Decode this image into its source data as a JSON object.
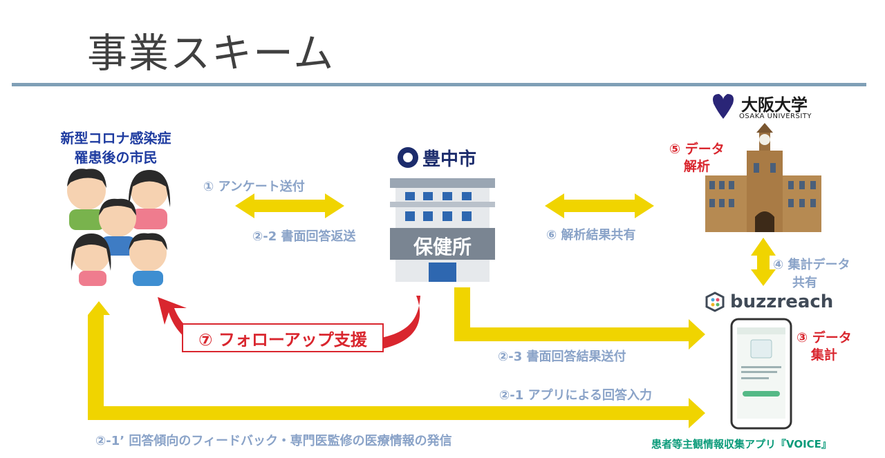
{
  "title": "事業スキーム",
  "citizens": {
    "label_line1": "新型コロナ感染症",
    "label_line2": "罹患後の市民"
  },
  "city": {
    "name": "豊中市",
    "building_label": "保健所"
  },
  "university": {
    "name": "大阪大学",
    "name_en": "OSAKA UNIVERSITY",
    "step_label_line1": "⑤ データ",
    "step_label_line2": "解析"
  },
  "company": {
    "name": "buzzreach"
  },
  "app": {
    "name": "患者等主観情報収集アプリ『VOICE』",
    "step_label_line1": "③ データ",
    "step_label_line2": "集計"
  },
  "flows": {
    "step1": "① アンケート送付",
    "step2_2": "②-2 書面回答返送",
    "step6": "⑥ 解析結果共有",
    "step4_line1": "④ 集計データ",
    "step4_line2": "共有",
    "step2_3": "②-3 書面回答結果送付",
    "step2_1": "②-1 アプリによる回答入力",
    "step2_1b": "②-1’ 回答傾向のフィードバック・専門医監修の医療情報の発信",
    "step7": "⑦ フォローアップ支援"
  },
  "colors": {
    "arrow_yellow": "#f0d400",
    "red": "#d9262e",
    "blue_label": "#8aa3c8",
    "rule": "#7f9fb6"
  }
}
